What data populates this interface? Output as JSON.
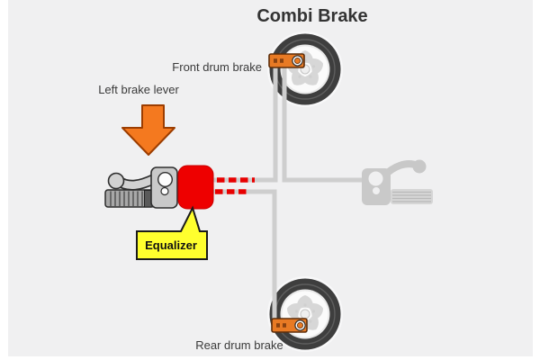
{
  "diagram": {
    "title": "Combi Brake",
    "labels": {
      "front_drum": "Front drum brake",
      "left_lever": "Left brake lever",
      "equalizer": "Equalizer",
      "rear_drum": "Rear drum brake"
    },
    "colors": {
      "background": "#F0F0F1",
      "cable_gray": "#CECECE",
      "highlight_red": "#E80000",
      "equalizer_red": "#EE0000",
      "drum_orange": "#E87A24",
      "arrow_orange": "#F4791F",
      "callout_yellow": "#FFFF2E",
      "tire_dark": "#3E3E3E",
      "text": "#3A3A3A"
    }
  }
}
